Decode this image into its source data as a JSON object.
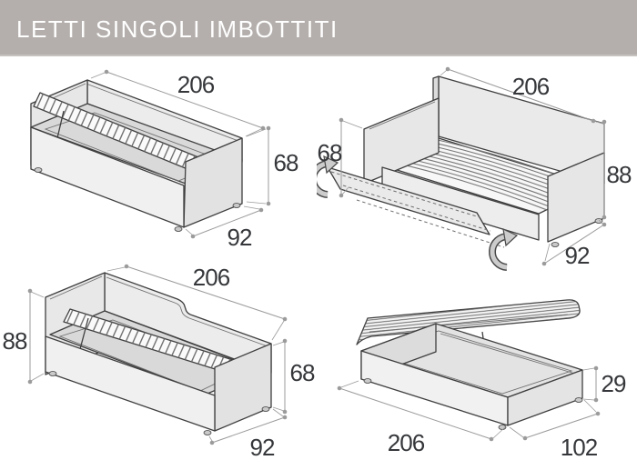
{
  "header": {
    "title": "LETTI SINGOLI IMBOTTITI"
  },
  "colors": {
    "header_bg": "#b4afac",
    "header_text": "#ffffff",
    "outline": "#3f3f3f",
    "dimension_line": "#9b9b9b",
    "label_text": "#35373a",
    "panel_fill": "#ececec",
    "background": "#ffffff"
  },
  "diagrams": [
    {
      "id": "bed-lift-storage-open",
      "kind": "daybed with lift-up slatted base open",
      "dims": {
        "width": "206",
        "height": "68",
        "depth": "92"
      }
    },
    {
      "id": "sofa-bed-foldout",
      "kind": "sofa bed with fold-down front panel and slatted deck",
      "icons": [
        "rotate-arrow",
        "rotate-arrow"
      ],
      "dims": {
        "width": "206",
        "height_front": "68",
        "height_back": "88",
        "depth": "92"
      }
    },
    {
      "id": "bed-step-headboard-storage",
      "kind": "bed with stepped headboard and lift-up slatted base open",
      "dims": {
        "width": "206",
        "height_head": "88",
        "height_foot": "68",
        "depth": "92"
      }
    },
    {
      "id": "storage-box-base",
      "kind": "storage box base with lifted slatted lid",
      "dims": {
        "width": "206",
        "height": "29",
        "depth": "102"
      }
    }
  ]
}
